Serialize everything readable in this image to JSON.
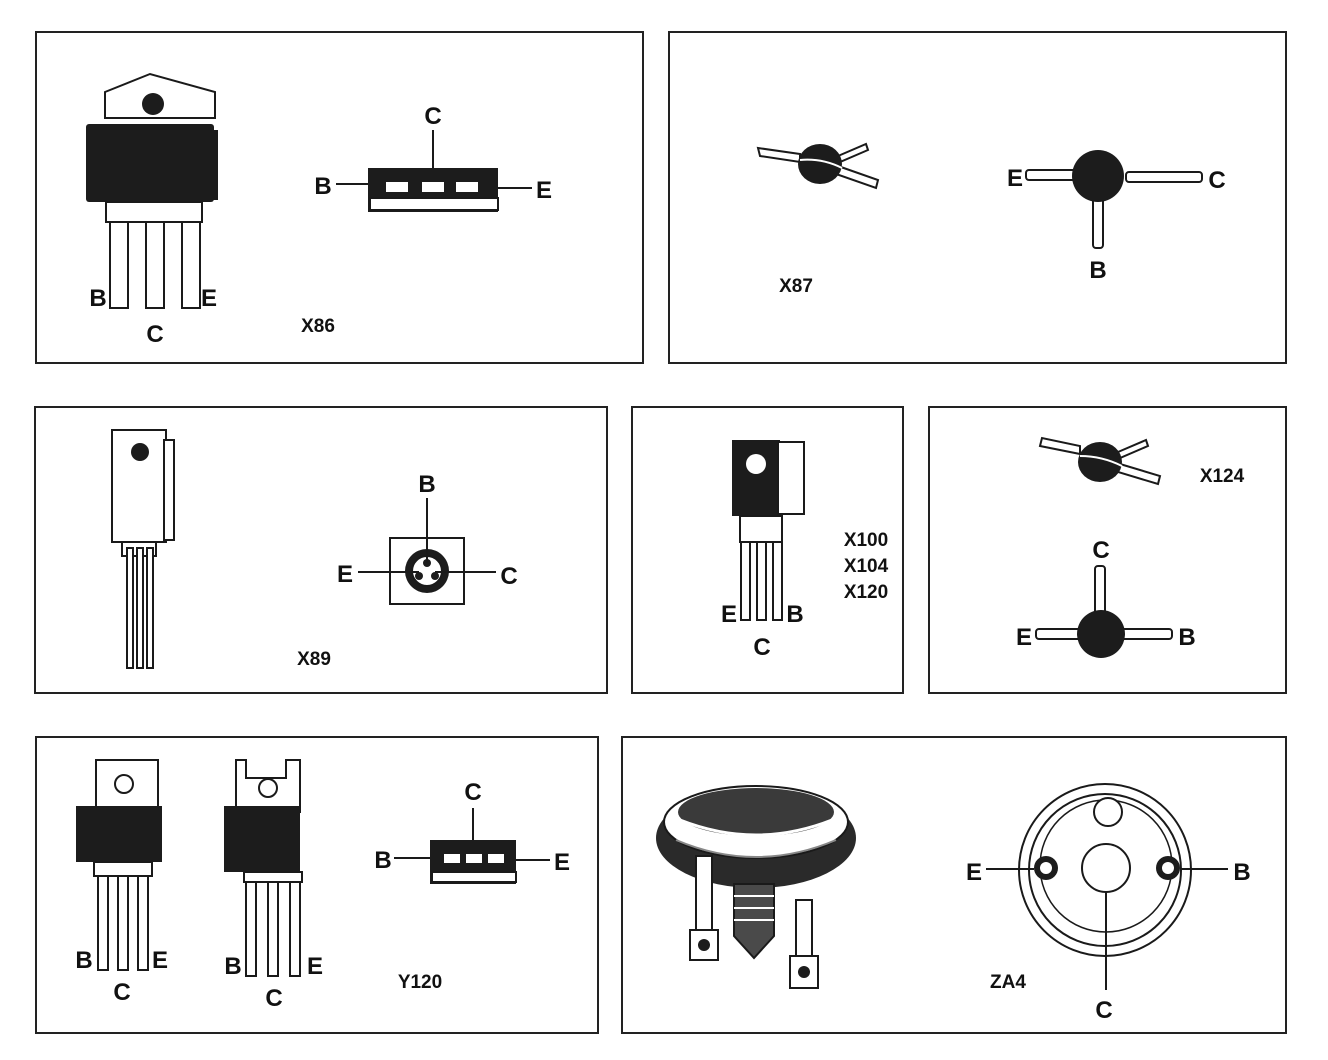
{
  "panels": {
    "x86": {
      "code": "X86",
      "package_pins": {
        "b": "B",
        "c": "C",
        "e": "E"
      },
      "footprint_pins": {
        "b": "B",
        "c": "C",
        "e": "E"
      }
    },
    "x87": {
      "code": "X87",
      "pins": {
        "e": "E",
        "c": "C",
        "b": "B"
      }
    },
    "x89": {
      "code": "X89",
      "pins": {
        "b": "B",
        "e": "E",
        "c": "C"
      }
    },
    "x100": {
      "codes": [
        "X100",
        "X104",
        "X120"
      ],
      "pins": {
        "e": "E",
        "b": "B",
        "c": "C"
      }
    },
    "x124": {
      "code": "X124",
      "pins": {
        "c": "C",
        "e": "E",
        "b": "B"
      }
    },
    "y120": {
      "code": "Y120",
      "package1_pins": {
        "b": "B",
        "c": "C",
        "e": "E"
      },
      "package2_pins": {
        "b": "B",
        "c": "C",
        "e": "E"
      },
      "footprint_pins": {
        "b": "B",
        "c": "C",
        "e": "E"
      }
    },
    "za4": {
      "code": "ZA4",
      "pins": {
        "e": "E",
        "b": "B",
        "c": "C"
      }
    }
  }
}
